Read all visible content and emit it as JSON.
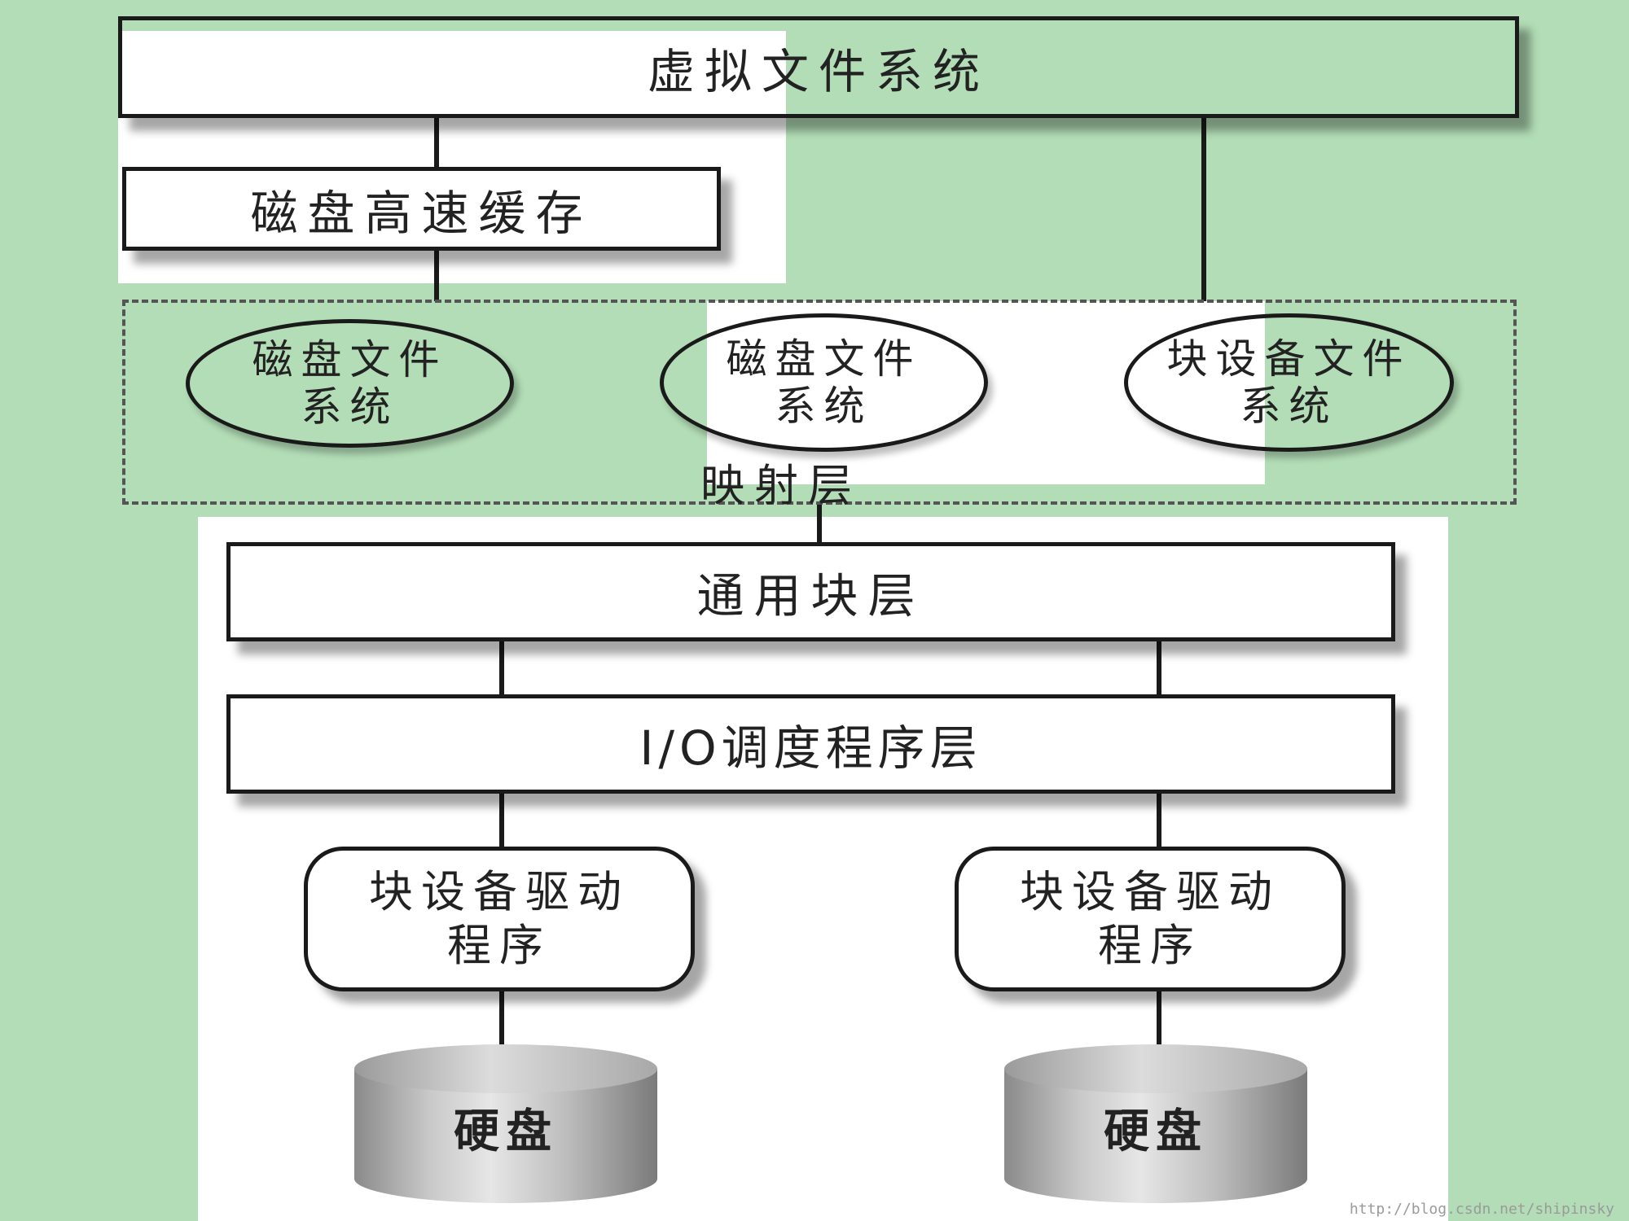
{
  "vfs": {
    "label": "虚拟文件系统"
  },
  "disk_cache": {
    "label": "磁盘高速缓存"
  },
  "mapping_layer": {
    "label": "映射层",
    "filesystems": [
      {
        "label": "磁盘文件系统"
      },
      {
        "label": "磁盘文件系统"
      },
      {
        "label": "块设备文件系统"
      }
    ]
  },
  "generic_block_layer": {
    "label": "通用块层"
  },
  "io_scheduler_layer": {
    "label": "I/O调度程序层"
  },
  "block_drivers": [
    {
      "label": "块设备驱动程序"
    },
    {
      "label": "块设备驱动程序"
    }
  ],
  "disks": [
    {
      "label": "硬盘"
    },
    {
      "label": "硬盘"
    }
  ],
  "watermark": "http://blog.csdn.net/shipinsky"
}
